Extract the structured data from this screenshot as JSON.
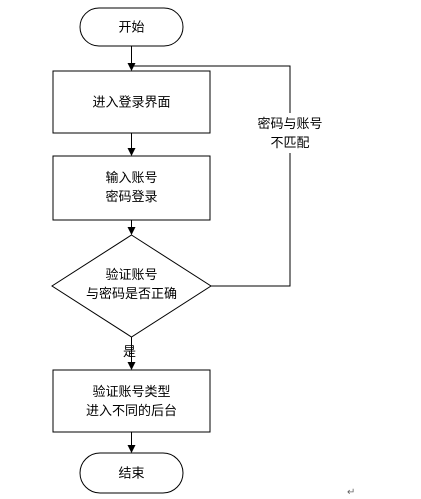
{
  "flowchart": {
    "start": {
      "label": "开始"
    },
    "login_page": {
      "label": "进入登录界面"
    },
    "input": {
      "line1": "输入账号",
      "line2": "密码登录"
    },
    "decision": {
      "line1": "验证账号",
      "line2": "与密码是否正确"
    },
    "mismatch_label": {
      "line1": "密码与账号",
      "line2": "不匹配"
    },
    "yes_label": "是",
    "account_type": {
      "line1": "验证账号类型",
      "line2": "进入不同的后台"
    },
    "end": {
      "label": "结束"
    },
    "return_mark": "↵"
  },
  "colors": {
    "stroke": "#000000",
    "fill": "#ffffff",
    "text": "#000000"
  }
}
